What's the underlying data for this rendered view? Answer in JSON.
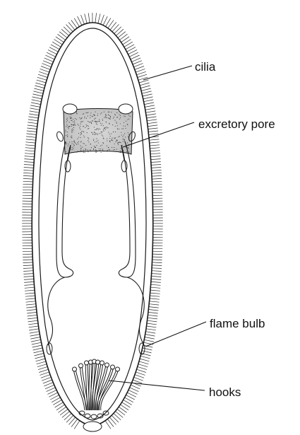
{
  "diagram": {
    "labels": {
      "cilia": "cilia",
      "excretory_pore": "excretory pore",
      "flame_bulb": "flame bulb",
      "hooks": "hooks"
    }
  }
}
